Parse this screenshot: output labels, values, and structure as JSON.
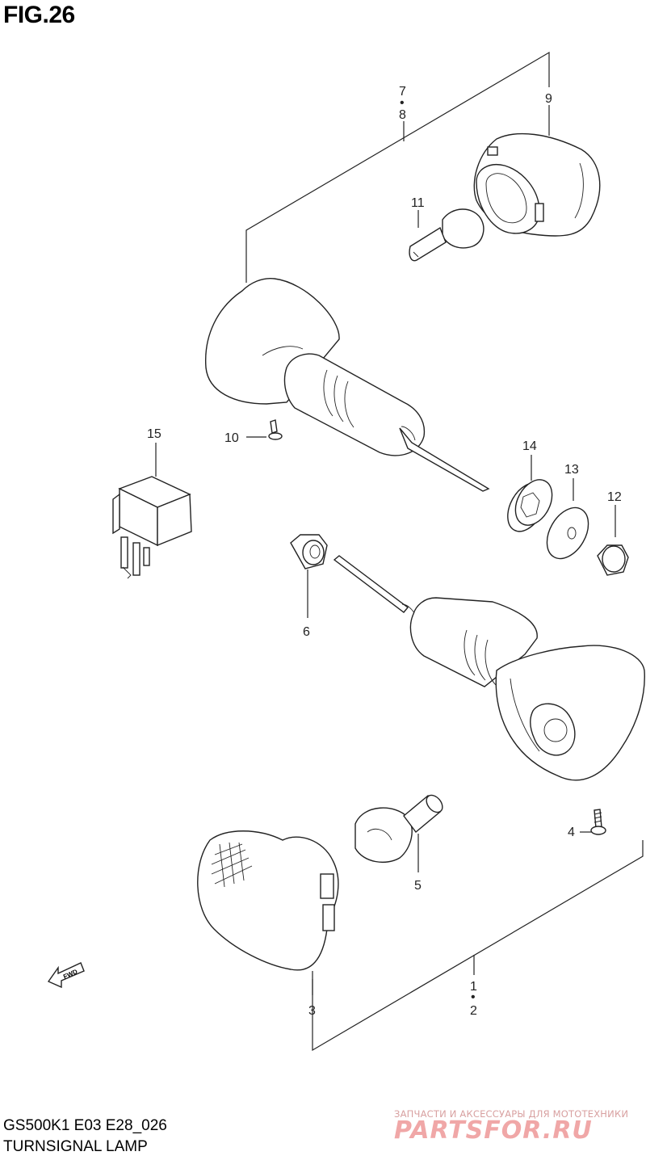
{
  "figure": {
    "title": "FIG.26",
    "model_code": "GS500K1 E03 E28_026",
    "caption": "TURNSIGNAL LAMP"
  },
  "callouts": {
    "c1": "1",
    "c_dot_bottom": "•",
    "c2": "2",
    "c3": "3",
    "c4": "4",
    "c5": "5",
    "c6": "6",
    "c7": "7",
    "c_dot_top": "•",
    "c8": "8",
    "c9": "9",
    "c10": "10",
    "c11": "11",
    "c12": "12",
    "c13": "13",
    "c14": "14",
    "c15": "15"
  },
  "direction_arrow": {
    "label": "FWD"
  },
  "watermark": {
    "tagline": "ЗАПЧАСТИ И АКСЕССУАРЫ ДЛЯ МОТОТЕХНИКИ",
    "logo": "PARTSFOR.RU"
  }
}
